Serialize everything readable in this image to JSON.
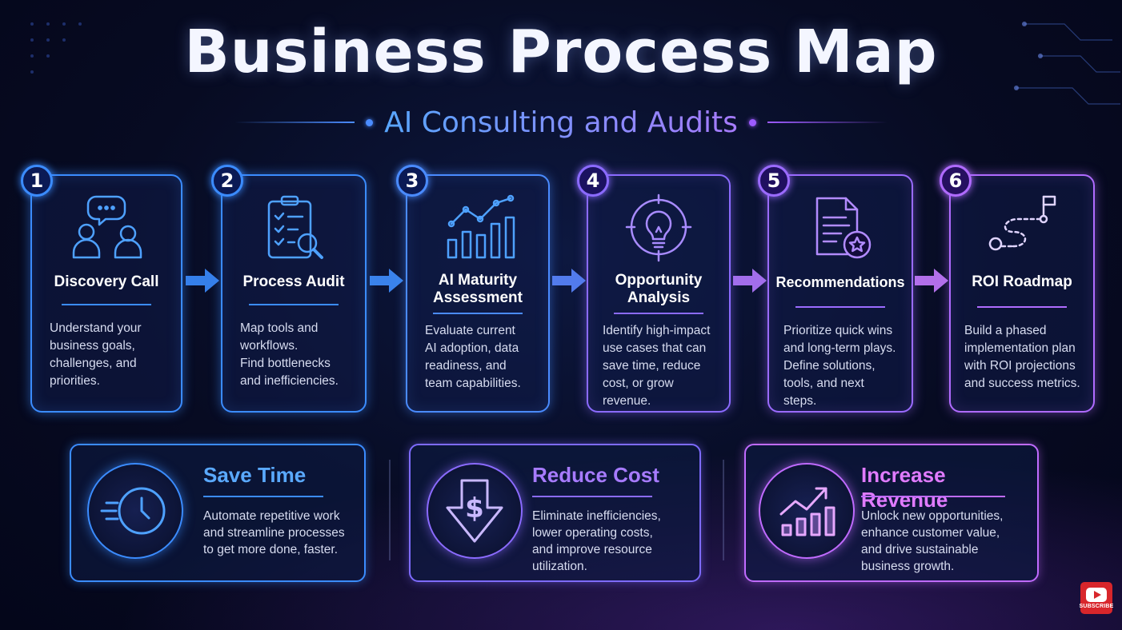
{
  "header": {
    "title": "Business Process Map",
    "subtitle": "AI Consulting and Audits"
  },
  "steps": [
    {
      "number": "1",
      "title": "Discovery Call",
      "icon": "chat-people-icon",
      "description": [
        "Understand your",
        "business goals,",
        "challenges, and",
        "priorities."
      ]
    },
    {
      "number": "2",
      "title": "Process Audit",
      "icon": "clipboard-search-icon",
      "description": [
        "Map tools and",
        "workflows.",
        "Find bottlenecks",
        "and inefficiencies."
      ]
    },
    {
      "number": "3",
      "title": "AI Maturity Assessment",
      "title_lines": [
        "AI Maturity",
        "Assessment"
      ],
      "icon": "bar-chart-trend-icon",
      "description": [
        "Evaluate current",
        "AI adoption, data",
        "readiness, and",
        "team capabilities."
      ]
    },
    {
      "number": "4",
      "title": "Opportunity Analysis",
      "title_lines": [
        "Opportunity",
        "Analysis"
      ],
      "icon": "lightbulb-target-icon",
      "description": [
        "Identify high-impact",
        "use cases that can",
        "save time, reduce",
        "cost, or grow revenue."
      ]
    },
    {
      "number": "5",
      "title": "Recommendations",
      "icon": "document-star-icon",
      "description": [
        "Prioritize quick wins",
        "and long-term plays.",
        "Define solutions,",
        "tools, and next steps."
      ]
    },
    {
      "number": "6",
      "title": "ROI Roadmap",
      "icon": "route-flag-icon",
      "description": [
        "Build a phased",
        "implementation plan",
        "with ROI projections",
        "and success metrics."
      ]
    }
  ],
  "benefits": [
    {
      "title": "Save Time",
      "icon": "clock-speed-icon",
      "description": [
        "Automate repetitive work",
        "and streamline processes",
        "to get more done, faster."
      ],
      "color": "#5aa9ff"
    },
    {
      "title": "Reduce Cost",
      "icon": "dollar-down-arrow-icon",
      "description": [
        "Eliminate inefficiencies,",
        "lower operating costs,",
        "and improve resource",
        "utilization."
      ],
      "color": "#a77bff"
    },
    {
      "title": "Increase Revenue",
      "icon": "growth-chart-icon",
      "description": [
        "Unlock new opportunities,",
        "enhance customer value,",
        "and drive sustainable",
        "business growth."
      ],
      "color": "#e07bff"
    }
  ],
  "badge": {
    "label": "SUBSCRIBE",
    "icon": "youtube-play-icon"
  },
  "colors": {
    "blue": "#3b8cff",
    "violet": "#8b6bff",
    "purple": "#b36bff",
    "background": "#070b22"
  }
}
